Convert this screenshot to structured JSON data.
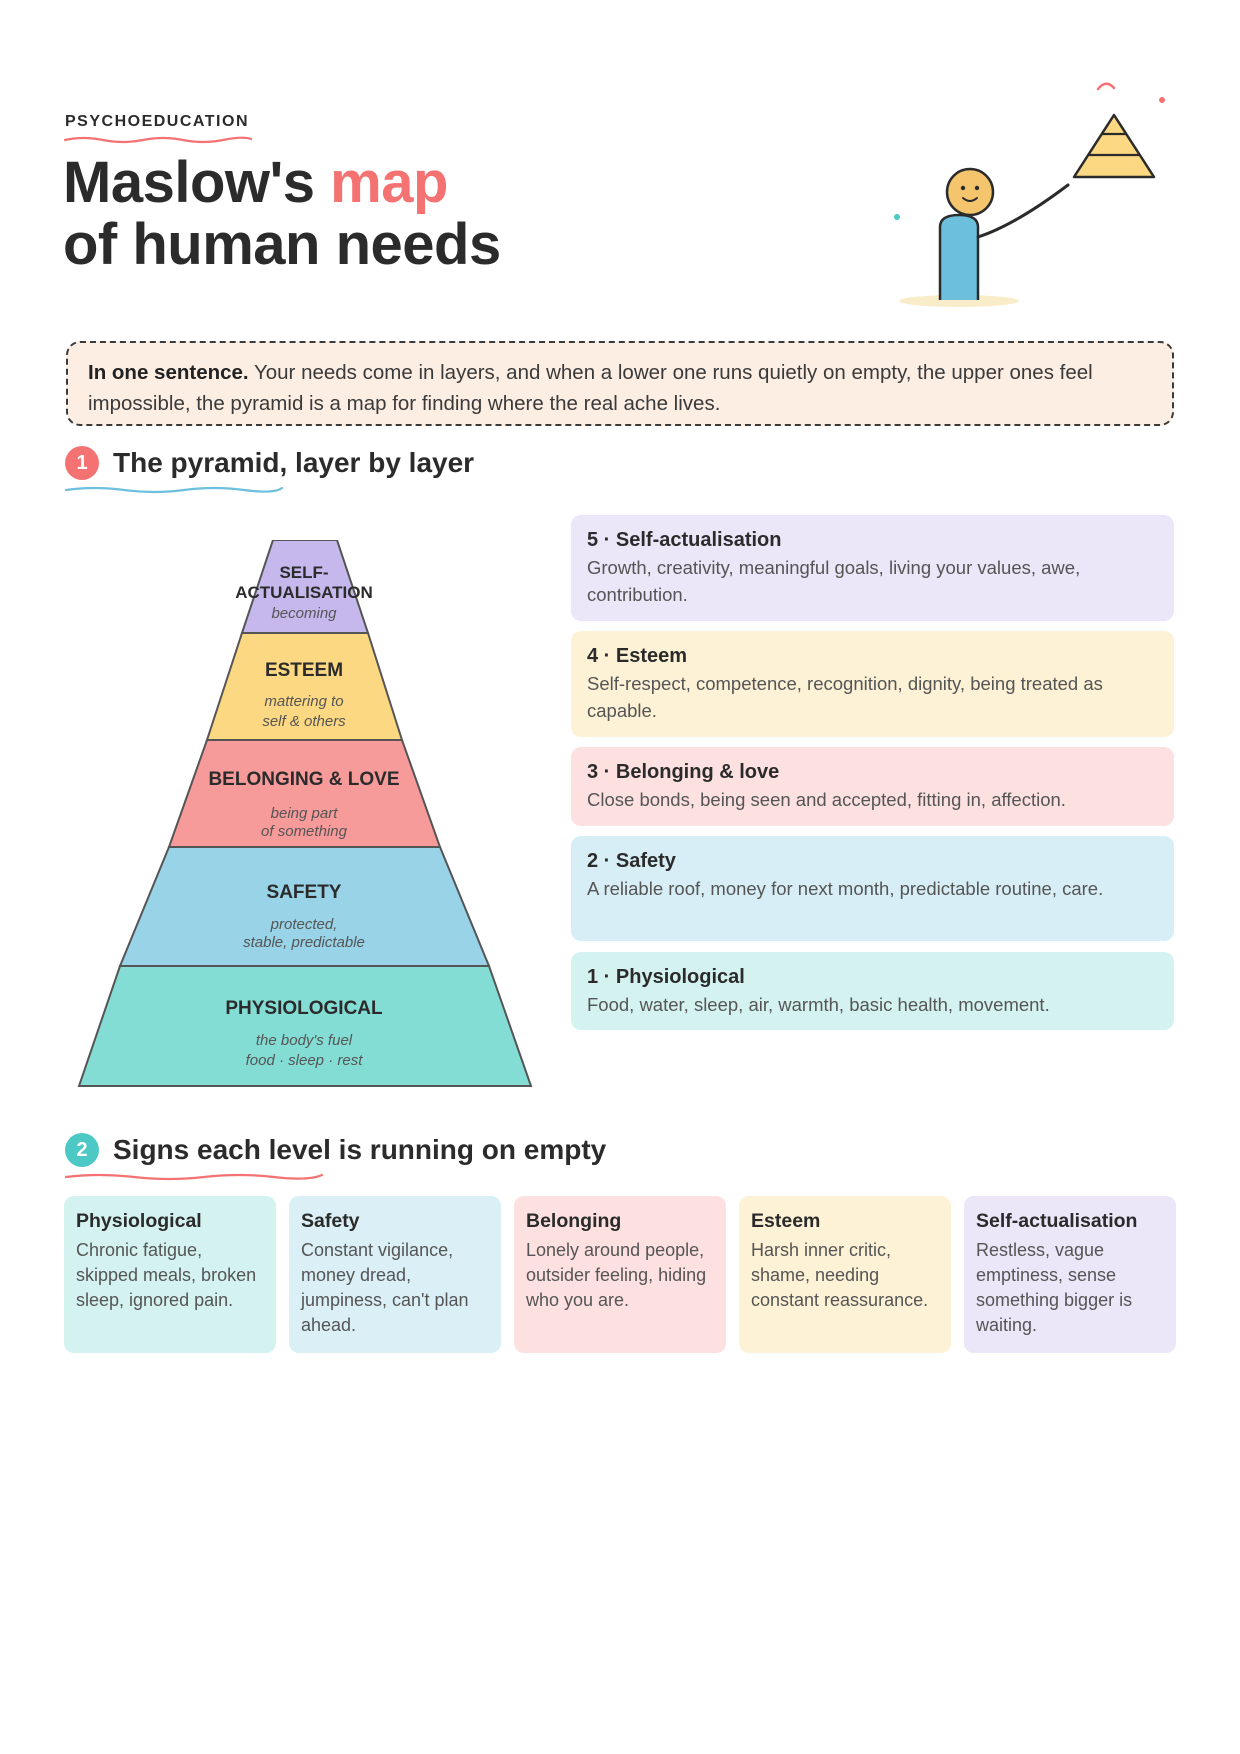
{
  "header": {
    "eyebrow": "PSYCHOEDUCATION",
    "title_part1": "Maslow's ",
    "title_accent": "map",
    "title_line2": "of human needs"
  },
  "summary": {
    "lead": "In one sentence.",
    "text": " Your needs come in layers, and when a lower one runs quietly on empty, the upper ones feel impossible, the pyramid is a map for finding where the real ache lives."
  },
  "section1": {
    "number": "1",
    "title": "The pyramid, layer by layer"
  },
  "pyramid": {
    "layers": [
      {
        "name_line1": "SELF-",
        "name_line2": "ACTUALISATION",
        "sub_line1": "becoming",
        "sub_line2": "",
        "color": "#c6b8ec"
      },
      {
        "name_line1": "ESTEEM",
        "name_line2": "",
        "sub_line1": "mattering to",
        "sub_line2": "self & others",
        "color": "#fcd883"
      },
      {
        "name_line1": "BELONGING & LOVE",
        "name_line2": "",
        "sub_line1": "being part",
        "sub_line2": "of something",
        "color": "#f79a9a"
      },
      {
        "name_line1": "SAFETY",
        "name_line2": "",
        "sub_line1": "protected,",
        "sub_line2": "stable, predictable",
        "color": "#98d3e8"
      },
      {
        "name_line1": "PHYSIOLOGICAL",
        "name_line2": "",
        "sub_line1": "the body's fuel",
        "sub_line2": "food · sleep · rest",
        "color": "#84ddd5"
      }
    ]
  },
  "levels": [
    {
      "title": "5 · Self-actualisation",
      "body": "Growth, creativity, meaningful goals, living your values, awe, contribution.",
      "color": "#ebe6f8"
    },
    {
      "title": "4 · Esteem",
      "body": "Self-respect, competence, recognition, dignity, being treated as capable.",
      "color": "#fdf1d6"
    },
    {
      "title": "3 · Belonging & love",
      "body": "Close bonds, being seen and accepted, fitting in, affection.",
      "color": "#fde0e0"
    },
    {
      "title": "2 · Safety",
      "body": "A reliable roof, money for next month, predictable routine, care.",
      "color": "#d7eef6"
    },
    {
      "title": "1 · Physiological",
      "body": "Food, water, sleep, air, warmth, basic health, movement.",
      "color": "#d4f3f0"
    }
  ],
  "section2": {
    "number": "2",
    "title": "Signs each level is running on empty"
  },
  "signs": [
    {
      "title": "Physiological",
      "body": "Chronic fatigue, skipped meals, broken sleep, ignored pain.",
      "color": "#d4f3f0"
    },
    {
      "title": "Safety",
      "body": "Constant vigilance, money dread, jumpiness, can't plan ahead.",
      "color": "#daeff6"
    },
    {
      "title": "Belonging",
      "body": "Lonely around people, outsider feeling, hiding who you are.",
      "color": "#fde0e0"
    },
    {
      "title": "Esteem",
      "body": "Harsh inner critic, shame, needing constant reassurance.",
      "color": "#fdf1d6"
    },
    {
      "title": "Self-actualisation",
      "body": "Restless, vague emptiness, sense something bigger is waiting.",
      "color": "#ebe6f8"
    }
  ],
  "colors": {
    "accent_red": "#f47272",
    "accent_teal": "#4cc9c4",
    "accent_blue": "#6cc0dd"
  },
  "icons": [
    "person-illustration-icon",
    "pyramid-icon"
  ]
}
